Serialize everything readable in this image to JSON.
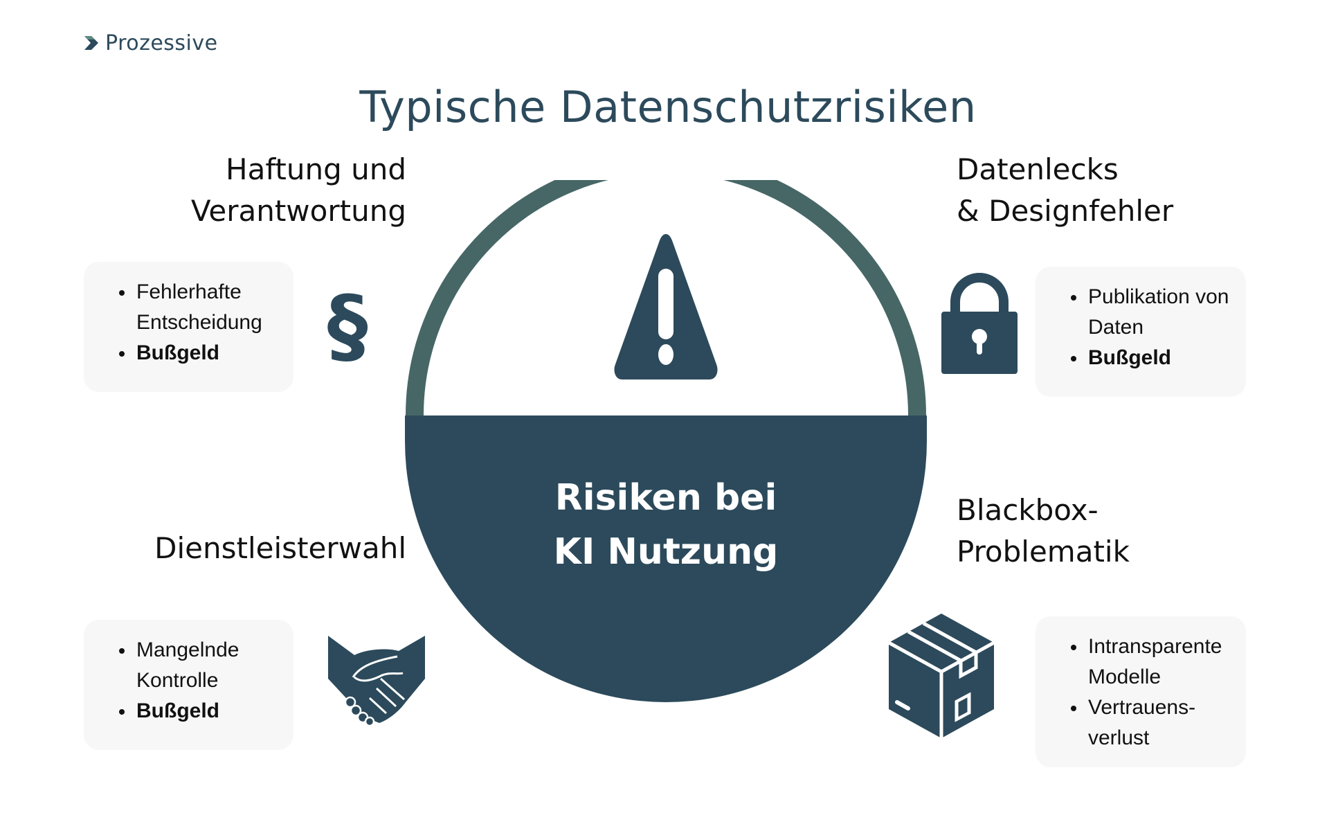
{
  "brand": {
    "logo_text": "Prozessive",
    "logo_icon": "chevron-right-icon"
  },
  "title": "Typische Datenschutzrisiken",
  "colors": {
    "primary": "#2c4a5b",
    "arc": "#466766",
    "card_bg": "#f7f7f7",
    "text": "#111111"
  },
  "center": {
    "icon": "warning-triangle-icon",
    "line1": "Risiken bei",
    "line2": "KI Nutzung"
  },
  "quadrants": {
    "top_left": {
      "heading_line1": "Haftung und",
      "heading_line2": "Verantwortung",
      "icon": "paragraph-icon",
      "icon_glyph": "§",
      "items": [
        {
          "text": "Fehlerhafte Entscheidung",
          "bold": false
        },
        {
          "text": "Bußgeld",
          "bold": true
        }
      ]
    },
    "top_right": {
      "heading_line1": "Datenlecks",
      "heading_line2": "& Designfehler",
      "icon": "lock-icon",
      "items": [
        {
          "text": "Publikation von Daten",
          "bold": false
        },
        {
          "text": "Bußgeld",
          "bold": true
        }
      ]
    },
    "bottom_left": {
      "heading_line1": "Dienstleisterwahl",
      "icon": "handshake-icon",
      "items": [
        {
          "text": "Mangelnde Kontrolle",
          "bold": false
        },
        {
          "text": "Bußgeld",
          "bold": true
        }
      ]
    },
    "bottom_right": {
      "heading_line1": "Blackbox-",
      "heading_line2": "Problematik",
      "icon": "package-box-icon",
      "items": [
        {
          "text": "Intransparente Modelle",
          "bold": false
        },
        {
          "text": "Vertrauens-verlust",
          "bold": false
        }
      ]
    }
  }
}
